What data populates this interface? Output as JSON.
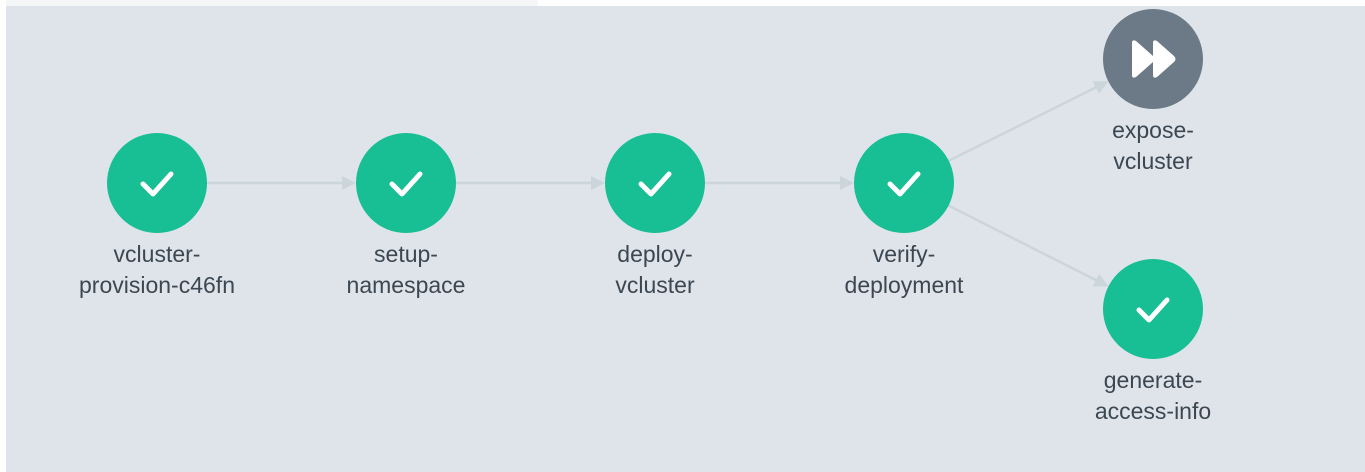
{
  "workflow": {
    "nodes": [
      {
        "id": "n1",
        "name_lines": [
          "vcluster-",
          "provision-c46fn"
        ],
        "status": "succeeded",
        "icon": "check-icon"
      },
      {
        "id": "n2",
        "name_lines": [
          "setup-",
          "namespace"
        ],
        "status": "succeeded",
        "icon": "check-icon"
      },
      {
        "id": "n3",
        "name_lines": [
          "deploy-",
          "vcluster"
        ],
        "status": "succeeded",
        "icon": "check-icon"
      },
      {
        "id": "n4",
        "name_lines": [
          "verify-",
          "deployment"
        ],
        "status": "succeeded",
        "icon": "check-icon"
      },
      {
        "id": "n5",
        "name_lines": [
          "expose-",
          "vcluster"
        ],
        "status": "skipped",
        "icon": "fast-forward-icon"
      },
      {
        "id": "n6",
        "name_lines": [
          "generate-",
          "access-info"
        ],
        "status": "succeeded",
        "icon": "check-icon"
      }
    ],
    "edges": [
      {
        "from": "n1",
        "to": "n2"
      },
      {
        "from": "n2",
        "to": "n3"
      },
      {
        "from": "n3",
        "to": "n4"
      },
      {
        "from": "n4",
        "to": "n5"
      },
      {
        "from": "n4",
        "to": "n6"
      }
    ],
    "colors": {
      "succeeded": "#18be94",
      "skipped": "#6b7a86",
      "edge": "#cdd5dc",
      "canvas": "#dee4ea",
      "label": "#3c4752"
    }
  }
}
